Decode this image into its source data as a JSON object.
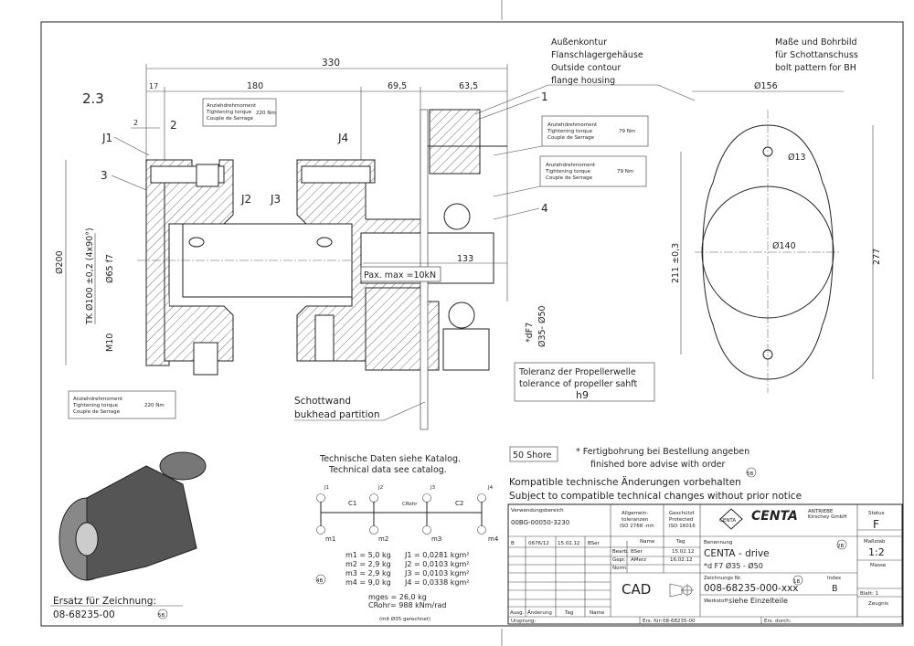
{
  "drawing": {
    "view_label": "2.3",
    "dimensions": {
      "overall": "330",
      "d17": "17",
      "d180": "180",
      "d69": "69,5",
      "d63": "63,5",
      "d2": "2",
      "d133": "133",
      "dia200": "Ø200",
      "tk": "TK Ø100 ±0,2 (4x90°)",
      "dia65": "Ø65 f7",
      "m10": "M10",
      "df7": "*dF7",
      "dia35_50": "Ø35- Ø50",
      "dia156": "Ø156",
      "dia13": "Ø13",
      "dia140": "Ø140",
      "d211": "211 ±0,3",
      "d277": "277"
    },
    "part_labels": {
      "p1": "1",
      "p2": "2",
      "p3": "3",
      "p4": "4",
      "j1": "J1",
      "j2": "J2",
      "j3": "J3",
      "j4": "J4"
    },
    "torque_boxes": [
      {
        "l1": "Anziehdrehmoment",
        "l2": "Tightening torque",
        "l3": "Couple de Serrage",
        "value": "220 Nm"
      },
      {
        "l1": "Anziehdrehmoment",
        "l2": "Tightening torque",
        "l3": "Couple de Serrage",
        "value": "79 Nm"
      },
      {
        "l1": "Anziehdrehmoment",
        "l2": "Tightening torque",
        "l3": "Couple de Serrage",
        "value": "79 Nm"
      },
      {
        "l1": "Anziehdrehmoment",
        "l2": "Tightening torque",
        "l3": "Couple de Serrage",
        "value": "220 Nm"
      }
    ],
    "outside_contour": [
      "Außenkontur",
      "Flanschlagergehäuse",
      "Outside contour",
      "flange housing"
    ],
    "bolt_pattern": [
      "Maße und Bohrbild",
      "für Schottanschuss",
      "bolt pattern for BH"
    ],
    "pax": "Pax. max =10kN",
    "tolerance": [
      "Toleranz der Propellerwelle",
      "tolerance of propeller sahft",
      "h9"
    ],
    "bulkhead": [
      "Schottwand",
      "bukhead partition"
    ],
    "shore": "50 Shore",
    "bore_note": [
      "* Fertigbohrung bei Bestellung angeben",
      "finished bore advise with order"
    ],
    "compat_note": [
      "Kompatible technische Änderungen vorbehalten",
      "Subject to compatible technical changes without prior notice"
    ],
    "zone_marks": [
      "5B",
      "4B",
      "5B",
      "2B",
      "1B"
    ]
  },
  "tech_data": {
    "heading": [
      "Technische Daten siehe Katalog.",
      "Technical data see catalog."
    ],
    "nodes_j": [
      "J1",
      "J2",
      "J3",
      "J4"
    ],
    "nodes_m": [
      "m1",
      "m2",
      "m3",
      "m4"
    ],
    "springs": [
      "C1",
      "CRohr",
      "C2"
    ],
    "masses": [
      "m1 = 5,0 kg",
      "m2 = 2,9 kg",
      "m3 = 2,9 kg",
      "m4 = 9,0 kg"
    ],
    "inertias": [
      "J1 = 0,0281 kgm²",
      "J2 = 0,0103 kgm²",
      "J3 = 0,0103 kgm²",
      "J4 = 0,0338 kgm²"
    ],
    "mges": "mges =  26,0 kg",
    "crohr": "CRohr=   988 kNm/rad",
    "note": "(mit Ø35 gerechnet)"
  },
  "replacement": {
    "label": "Ersatz für Zeichnung:",
    "number": "08-68235-00"
  },
  "title_block": {
    "usage_label": "Verwendungsbereich",
    "usage_value": "00BG-00050-3230",
    "tol": [
      "Allgemein-",
      "toleranzen",
      "ISO 2768 -mh"
    ],
    "protected": [
      "Geschützt",
      "Protected",
      "ISO 16016"
    ],
    "company": "CENTA",
    "company_sub": [
      "ANTRIEBE",
      "Kirschey GmbH"
    ],
    "logo_text": "CENTA",
    "rev_row": [
      "B",
      "0676/12",
      "15.02.12",
      "BSer"
    ],
    "name_header": "Name",
    "date_header": "Tag",
    "bearb": "Bearb.",
    "bearb_name": "BSer",
    "bearb_date": "15.02.12",
    "gepr": "Gepr.",
    "gepr_name": "AMerz",
    "gepr_date": "16.02.12",
    "norm": "Norm",
    "benennung_label": "Benennung",
    "title": "CENTA - drive",
    "subtitle": "*d F7 Ø35 - Ø50",
    "status_label": "Status",
    "status": "F",
    "scale_label": "Maßstab",
    "scale": "1:2",
    "mass_label": "Masse",
    "cad": "CAD",
    "drawing_no_label": "Zeichnungs Nr.",
    "drawing_no": "008-68235-000-xxx",
    "index_label": "Index",
    "index": "B",
    "sheet": "Blatt: 1",
    "werkstoff_label": "Werkstoff",
    "werkstoff": "siehe Einzelteile",
    "zeugnis": "Zeugnis",
    "rev_headers": [
      "Ausg.",
      "Änderung",
      "Tag",
      "Name"
    ],
    "ursprung": "Ursprung:",
    "ers_fuer_label": "Ers. für:",
    "ers_fuer": "08-68235-00",
    "ers_durch": "Ers. durch:"
  }
}
